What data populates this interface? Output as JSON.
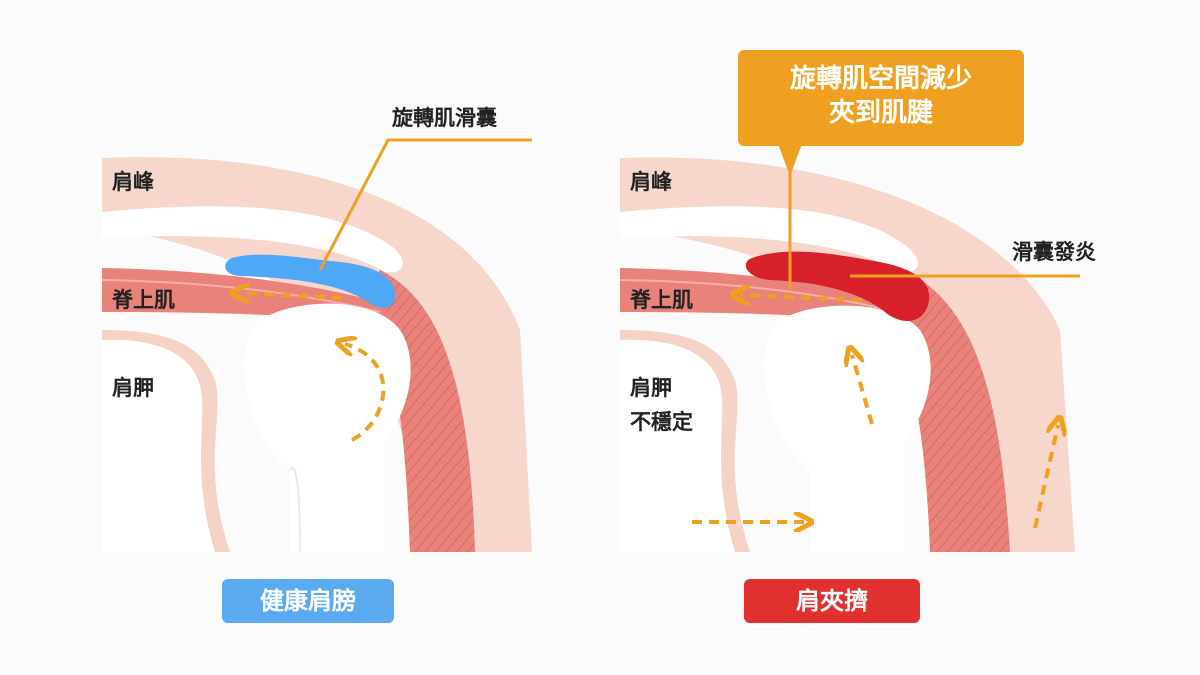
{
  "left_panel": {
    "labels": {
      "acromion": "肩峰",
      "bursa": "旋轉肌滑囊",
      "supraspinatus": "脊上肌",
      "scapula": "肩胛"
    },
    "badge": {
      "text": "健康肩膀",
      "color": "#5aaaf0"
    },
    "bursa_color": "#4ea8f5"
  },
  "right_panel": {
    "labels": {
      "acromion": "肩峰",
      "bursitis": "滑囊發炎",
      "supraspinatus": "脊上肌",
      "scapula_line1": "肩胛",
      "scapula_line2": "不穩定"
    },
    "callout": {
      "line1": "旋轉肌空間減少",
      "line2": "夾到肌腱",
      "color": "#f0a020"
    },
    "badge": {
      "text": "肩夾擠",
      "color": "#e03030"
    },
    "bursa_color": "#d8202a"
  },
  "colors": {
    "arrow": "#f0a020",
    "muscle": "#e8827a",
    "tissue": "#f7d6cc",
    "bone": "#ffffff"
  }
}
